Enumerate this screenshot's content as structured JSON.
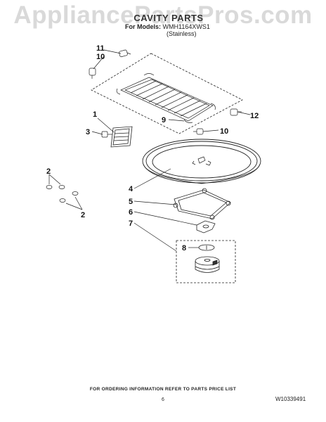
{
  "watermark": "AppliancePartsPros.com",
  "header": {
    "title": "CAVITY PARTS",
    "models_label": "For Models:",
    "models_value": "WMH1164XWS1",
    "finish": "(Stainless)"
  },
  "callouts": [
    "1",
    "2",
    "2",
    "3",
    "4",
    "5",
    "6",
    "7",
    "8",
    "9",
    "10",
    "10",
    "11",
    "12"
  ],
  "footer": {
    "ordering_note": "FOR ORDERING INFORMATION REFER TO PARTS PRICE LIST",
    "page_number": "6",
    "document_number": "W10339491"
  },
  "colors": {
    "line": "#222222",
    "watermark": "#d9d9d9"
  }
}
